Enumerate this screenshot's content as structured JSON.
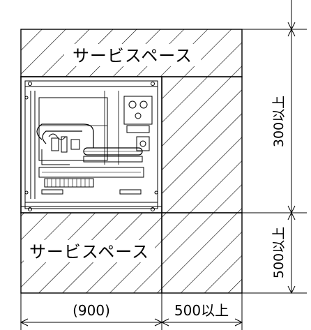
{
  "service_space": {
    "top_label": "サービスペース",
    "bottom_label": "サービスペース"
  },
  "dimensions": {
    "right_top": "300以上",
    "right_bottom": "500以上",
    "bottom_left": "(900)",
    "bottom_right": "500以上"
  }
}
